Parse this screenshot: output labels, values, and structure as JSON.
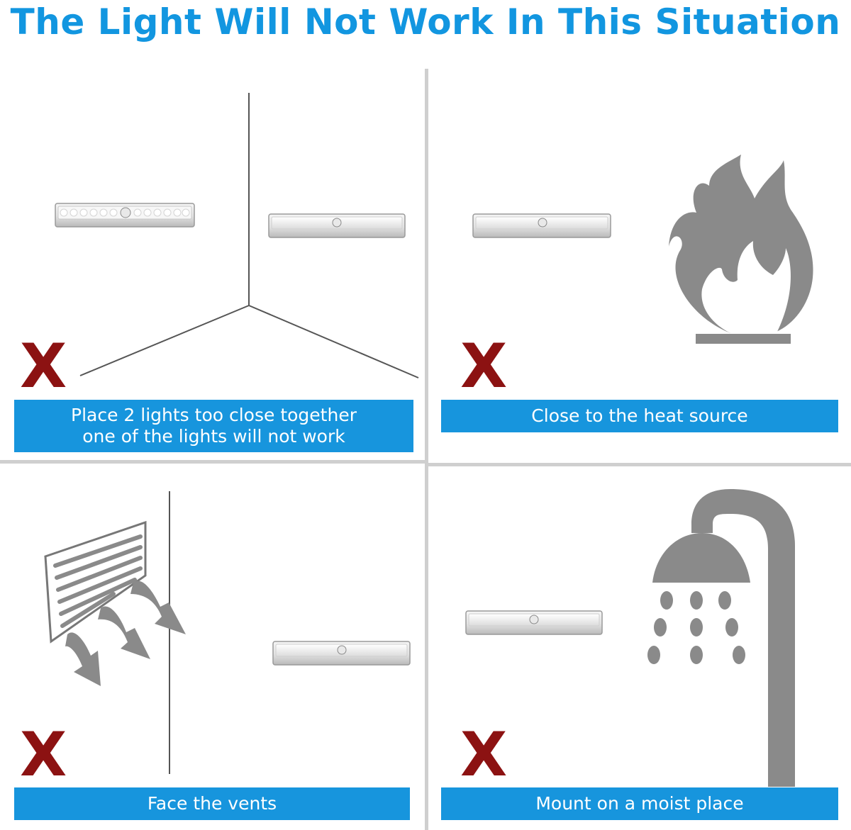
{
  "title": "The Light Will Not Work In This Situation",
  "colors": {
    "title": "#1296e0",
    "banner": "#1795dd",
    "x_mark": "#8c1212",
    "icon_gray": "#8a8a8a",
    "divider": "#cfcfcf"
  },
  "panels": [
    {
      "mark": "X",
      "caption": "Place 2 lights too close together\none of the lights will not work",
      "illustration": "corner-two-lights"
    },
    {
      "mark": "X",
      "caption": "Close to the heat source",
      "illustration": "fire-icon"
    },
    {
      "mark": "X",
      "caption": "Face the vents",
      "illustration": "vent-icon"
    },
    {
      "mark": "X",
      "caption": "Mount on a moist place",
      "illustration": "shower-icon"
    }
  ]
}
